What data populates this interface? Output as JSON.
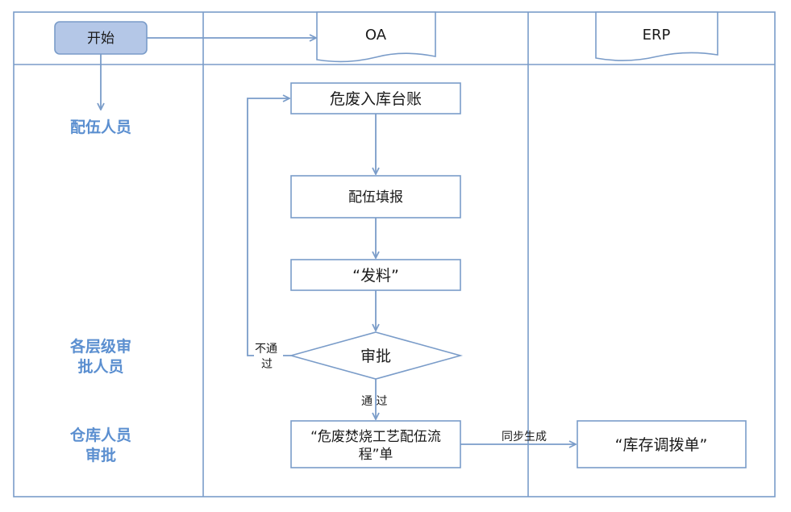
{
  "lanes": {
    "oa_header": "OA",
    "erp_header": "ERP"
  },
  "roles": {
    "role1": "配伍人员",
    "role2_line1": "各层级审",
    "role2_line2": "批人员",
    "role3_line1": "仓库人员",
    "role3_line2": "审批"
  },
  "nodes": {
    "start": "开始",
    "ledger": "危废入库台账",
    "fill": "配伍填报",
    "issue": "“发料”",
    "approve": "审批",
    "process_line1": "“危废焚烧工艺配伍流",
    "process_line2": "程”单",
    "transfer": "“库存调拨单”"
  },
  "edges": {
    "reject_line1": "不通",
    "reject_line2": "过",
    "pass": "通 过",
    "sync": "同步生成"
  },
  "colors": {
    "line": "#7a9cc9",
    "start_fill": "#b4c7e7",
    "role_text": "#5b8fd0"
  }
}
